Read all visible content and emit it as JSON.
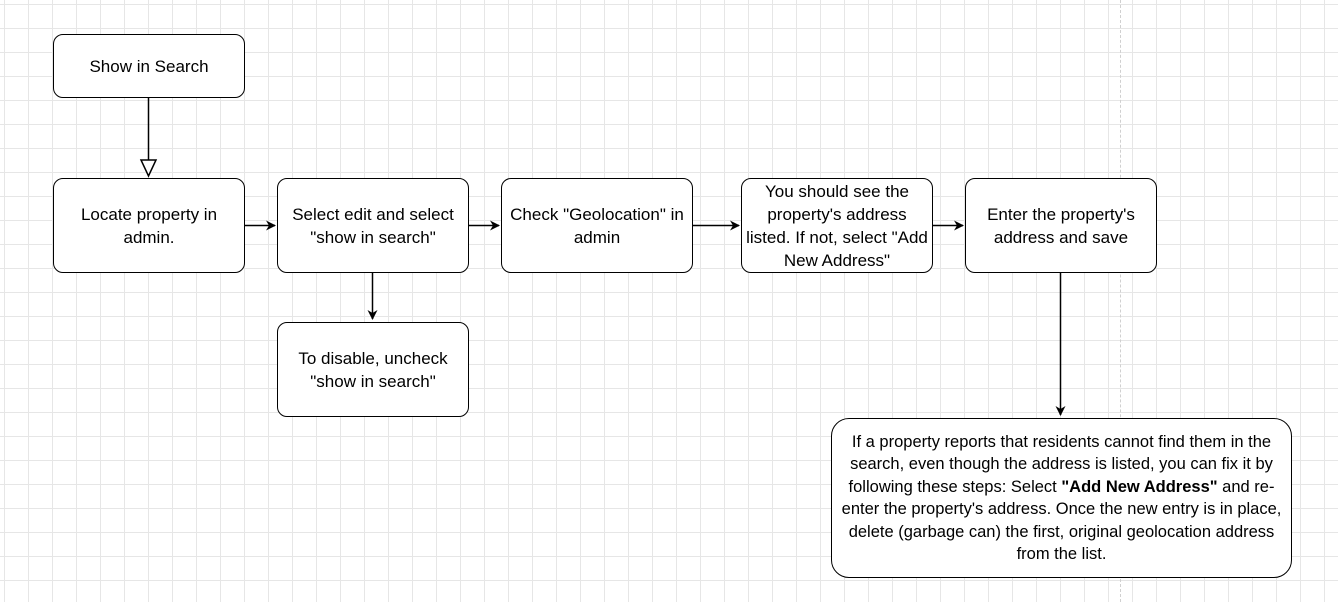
{
  "diagram": {
    "nodes": {
      "show_in_search": "Show in Search",
      "locate_property": "Locate property in admin.",
      "select_edit": "Select edit and select \"show in search\"",
      "check_geolocation": "Check \"Geolocation\" in admin",
      "see_address": "You should see the property's address listed. If not, select \"Add New Address\"",
      "enter_address": "Enter the property's address and save",
      "disable": "To disable, uncheck \"show in search\"",
      "note": {
        "part1": "If a property reports that residents cannot find them in the search, even though the address is listed, you can fix it by following these steps: Select ",
        "bold": "\"Add New Address\"",
        "part2": " and re-enter the property's address. Once the new entry is in place, delete (garbage can) the first, original geolocation address from the list."
      }
    }
  }
}
